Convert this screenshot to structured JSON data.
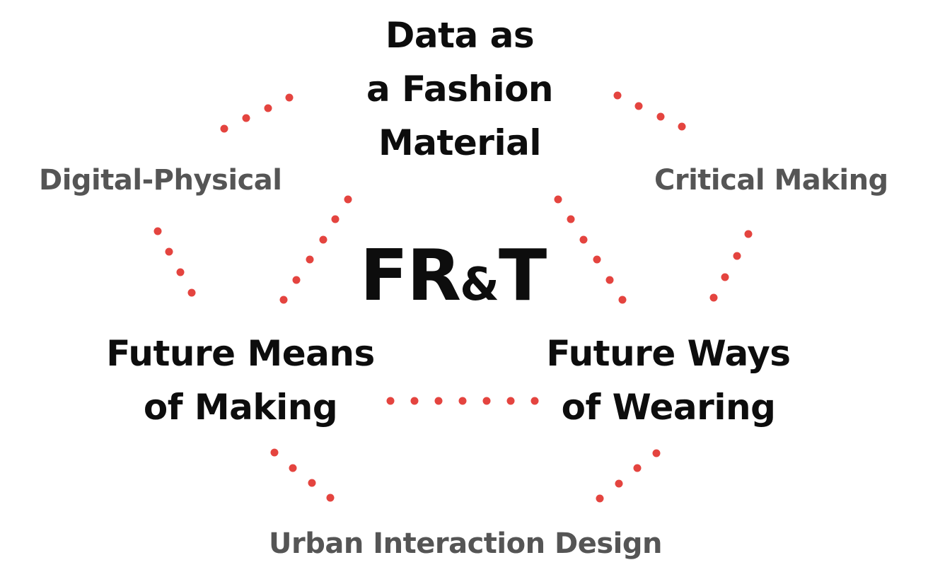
{
  "title": "FR&T",
  "title_parts": {
    "left": "FR",
    "amp": "&",
    "right": "T"
  },
  "nodes": {
    "top": {
      "lines": [
        "Data as",
        "a Fashion",
        "Material"
      ]
    },
    "bottom_left": {
      "lines": [
        "Future Means",
        "of Making"
      ]
    },
    "bottom_right": {
      "lines": [
        "Future Ways",
        "of Wearing"
      ]
    }
  },
  "satellites": {
    "left": "Digital-Physical",
    "right": "Critical Making",
    "bottom": "Urban Interaction Design"
  },
  "colors": {
    "dot": "#e4443f",
    "main_text": "#0d0d0d",
    "sub_text": "#555555"
  }
}
